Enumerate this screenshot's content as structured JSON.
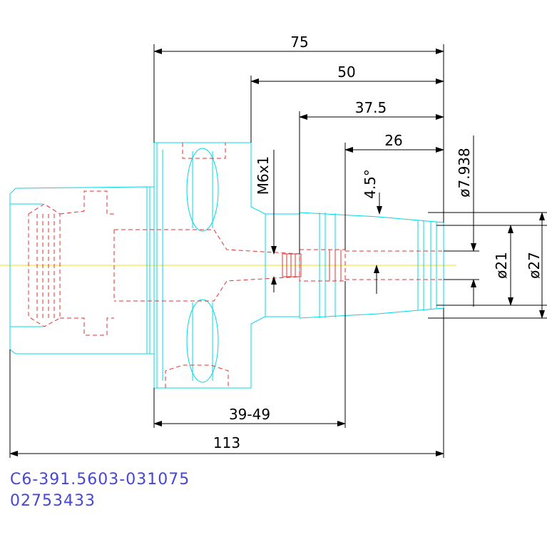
{
  "dimensions": {
    "overall_length": "113",
    "length_75": "75",
    "length_50": "50",
    "length_37_5": "37.5",
    "length_26": "26",
    "gauge_range": "39-49",
    "thread": "M6x1",
    "taper_angle": "4.5°",
    "dia_small": "ø7.938",
    "dia_21": "ø21",
    "dia_27": "ø27"
  },
  "part_number": "C6-391.5603-031075",
  "item_code": "02753433",
  "colors": {
    "body_outline": "#00d8e8",
    "hidden_lines": "#e53030",
    "center_line": "#f0e000",
    "dimension_lines": "#000000",
    "code_text": "#4646d8"
  }
}
